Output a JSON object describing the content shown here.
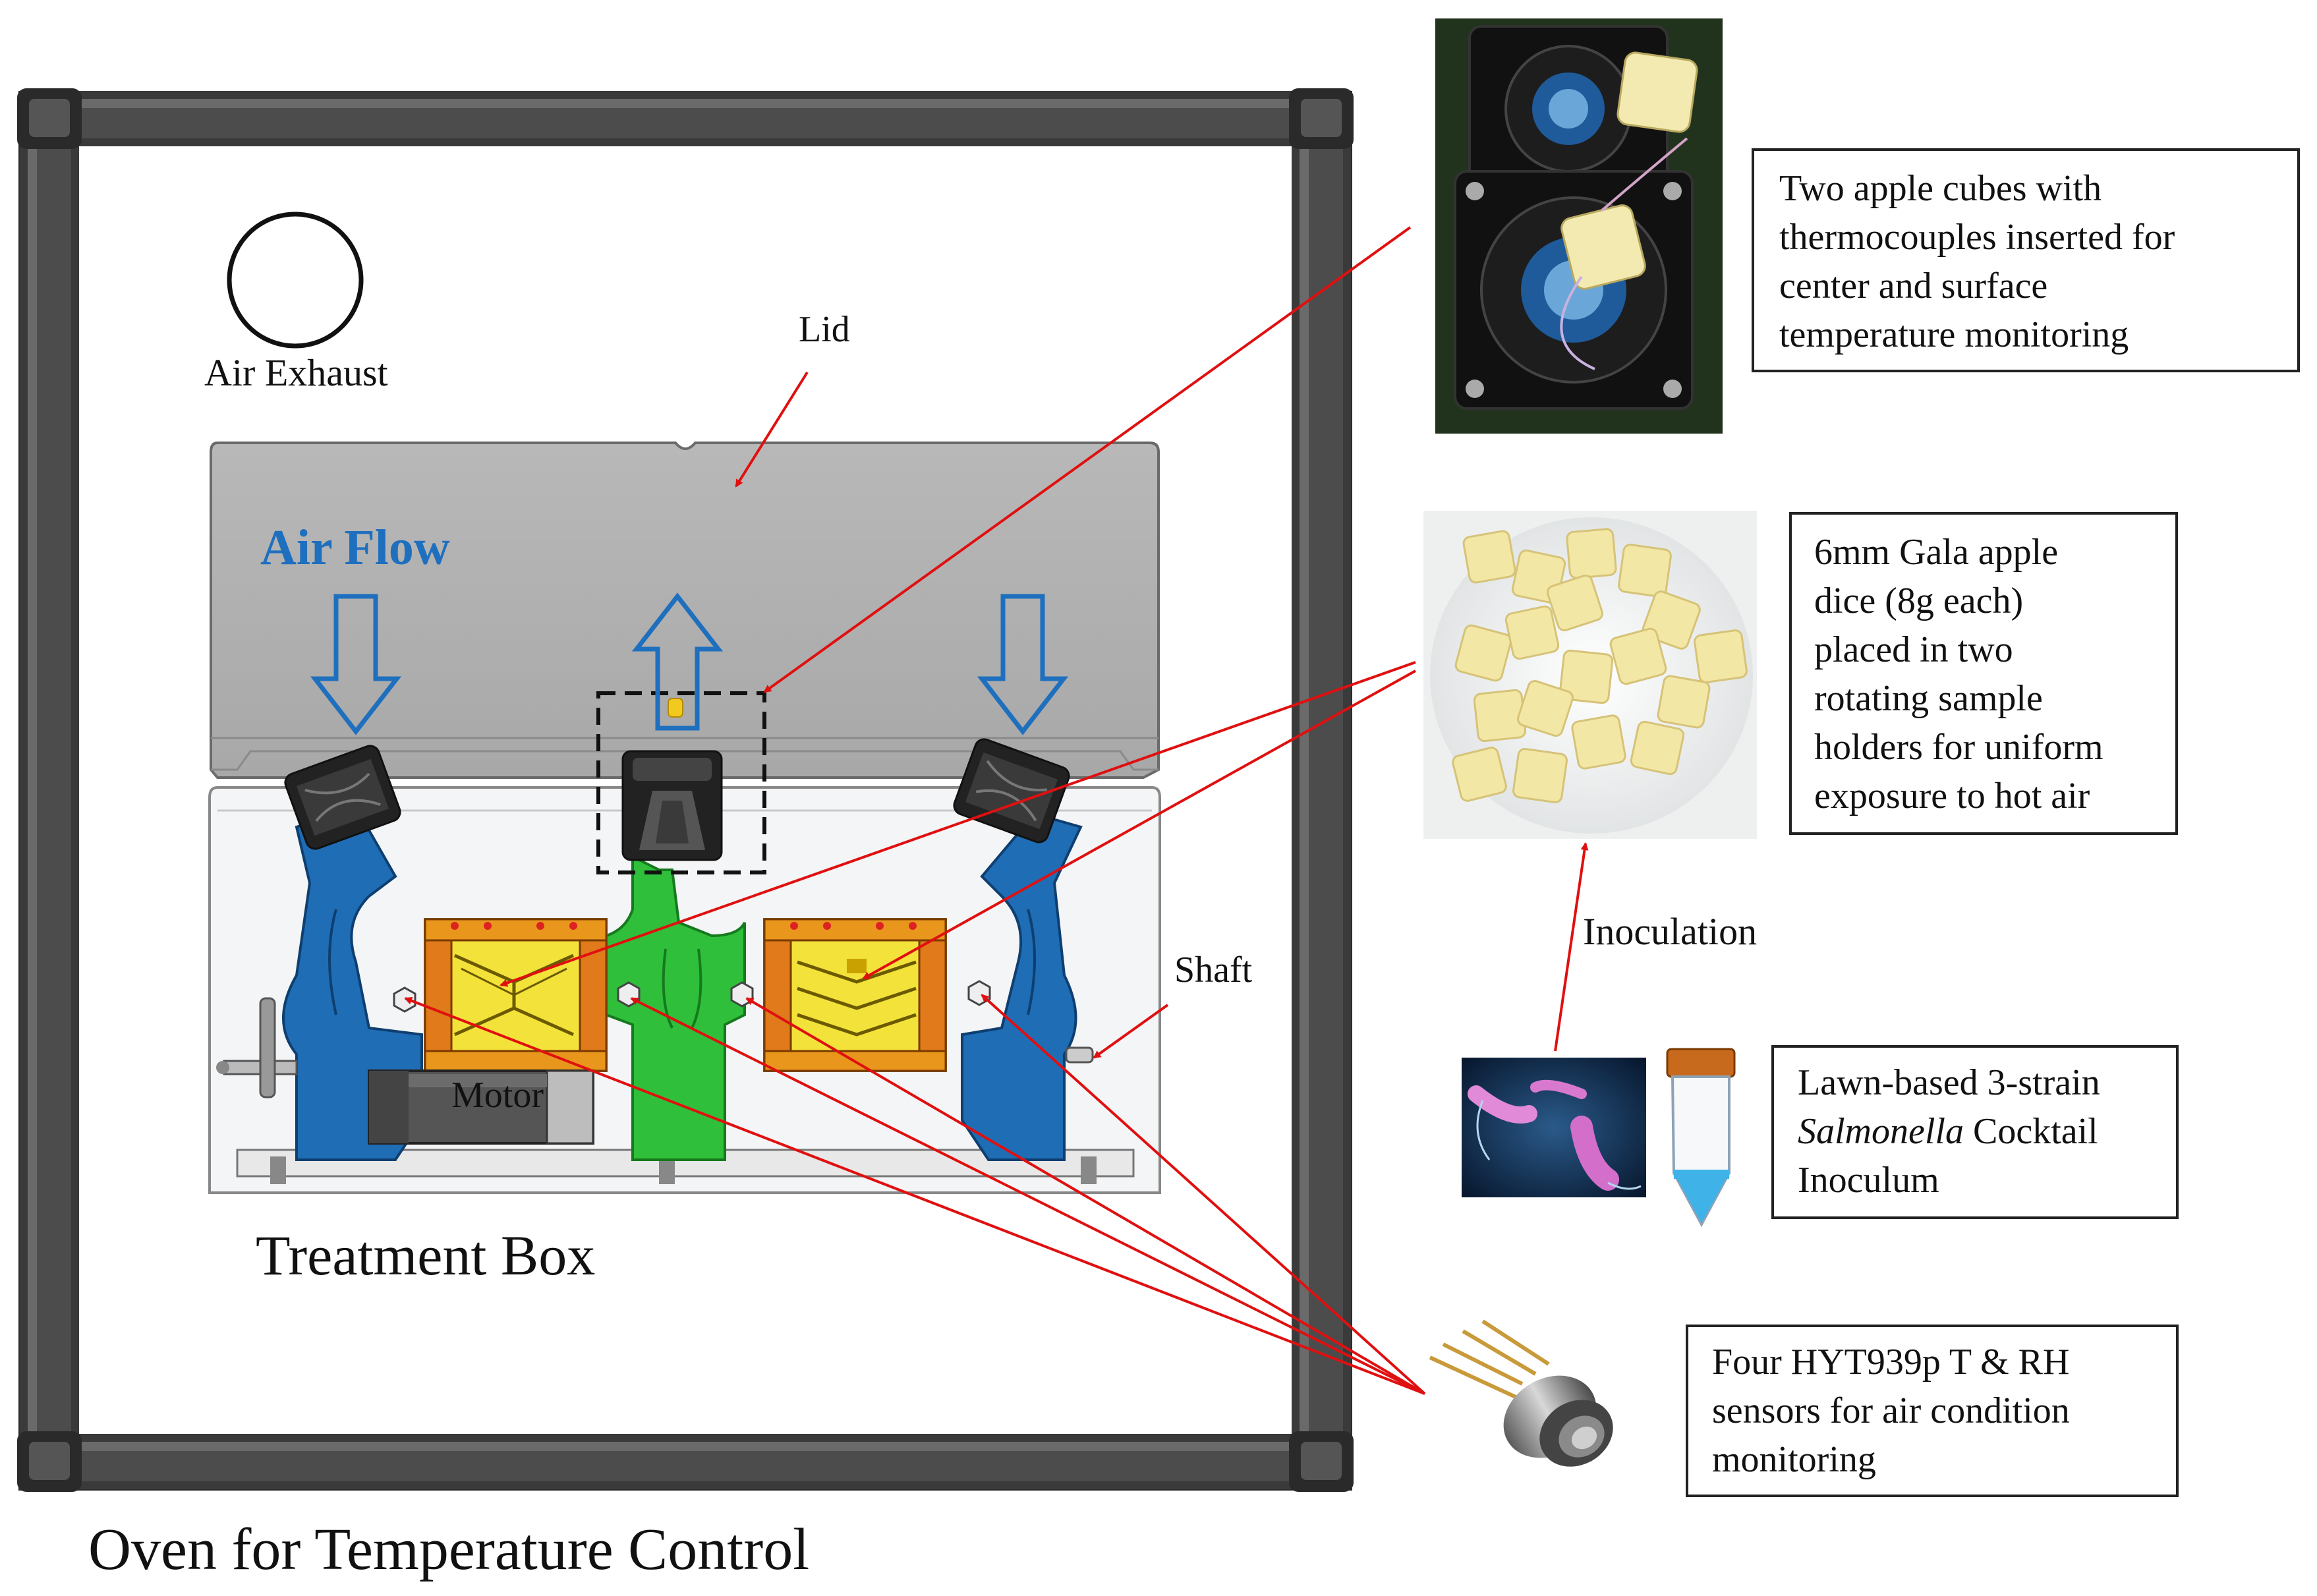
{
  "diagram": {
    "oven_label": "Oven for Temperature Control",
    "treatment_box_label": "Treatment Box",
    "air_exhaust_label": "Air Exhaust",
    "lid_label": "Lid",
    "air_flow_label": "Air Flow",
    "motor_label": "Motor",
    "shaft_label": "Shaft",
    "inoculation_label": "Inoculation",
    "colors": {
      "frame": "#2b2b2b",
      "lid": "#b4b4b4",
      "air_flow": "#1f6fbf",
      "holder_blue": "#1f6db5",
      "holder_green": "#2fbf3a",
      "sample_yellow": "#f3e23a",
      "arrow_red": "#e01010"
    }
  },
  "callouts": {
    "thermocouple": {
      "lines": [
        "Two apple cubes with",
        "thermocouples inserted for",
        "center and surface",
        "temperature monitoring"
      ]
    },
    "apple_dice": {
      "lines": [
        "6mm Gala apple",
        "dice (8g  each)",
        "placed in two",
        "rotating sample",
        "holders for uniform",
        "exposure to hot air"
      ]
    },
    "inoculum": {
      "line1": "Lawn-based 3-strain",
      "line2_italic": "Salmonella",
      "line2_rest": " Cocktail",
      "line3": "Inoculum"
    },
    "sensors": {
      "lines": [
        "Four HYT939p  T & RH",
        "sensors for air condition",
        "monitoring"
      ]
    }
  }
}
